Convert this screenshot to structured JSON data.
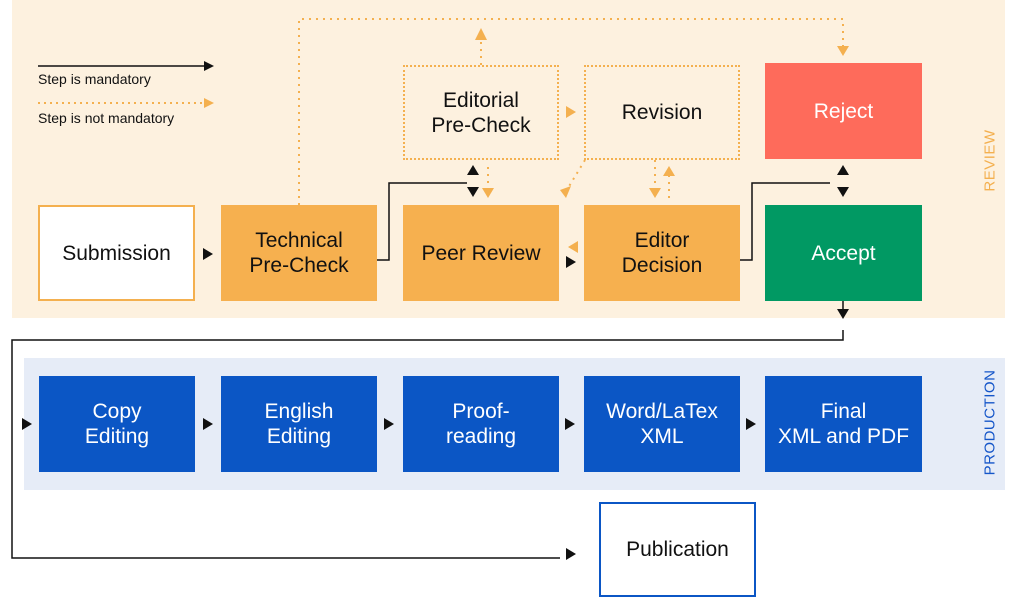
{
  "legend": {
    "mandatory": "Step is mandatory",
    "optional": "Step is not mandatory"
  },
  "bands": {
    "review": "REVIEW",
    "production": "PRODUCTION"
  },
  "review_steps": {
    "submission": "Submission",
    "technical_precheck": "Technical\nPre-Check",
    "editorial_precheck": "Editorial\nPre-Check",
    "peer_review": "Peer Review",
    "revision": "Revision",
    "editor_decision": "Editor\nDecision",
    "reject": "Reject",
    "accept": "Accept"
  },
  "production_steps": {
    "copy_editing": "Copy\nEditing",
    "english_editing": "English\nEditing",
    "proofreading": "Proof-\nreading",
    "word_latex_xml": "Word/LaTex\nXML",
    "final_xml_pdf": "Final\nXML and PDF"
  },
  "publication": "Publication",
  "colors": {
    "review_band": "#fdf1df",
    "production_band": "#e6ecf7",
    "orange_step": "#f6b04f",
    "blue_step": "#0b56c5",
    "reject": "#fe6b5b",
    "accept": "#019963"
  }
}
